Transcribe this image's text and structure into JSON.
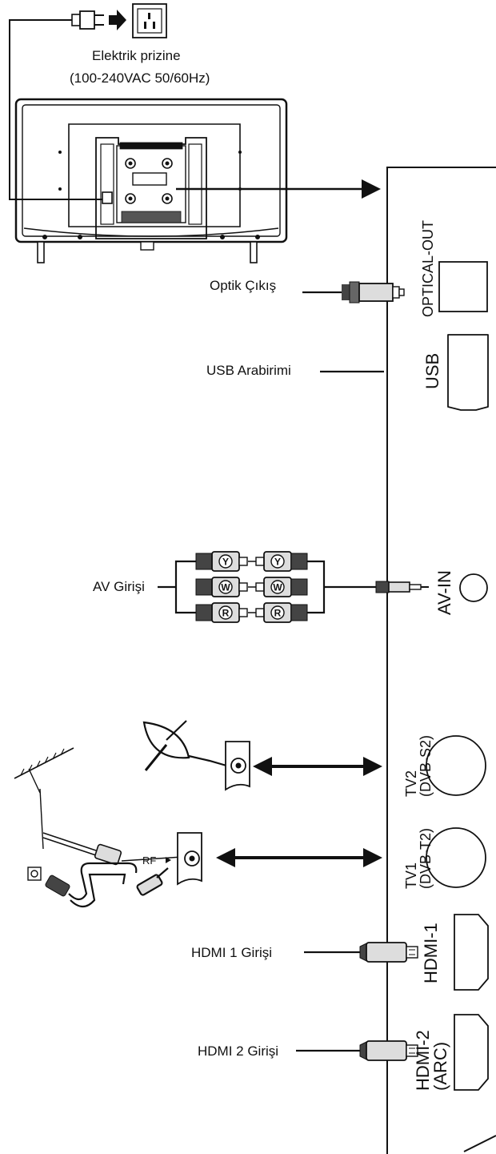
{
  "power": {
    "outlet_label": "Elektrik prizine",
    "voltage_label": "(100-240VAC 50/60Hz)"
  },
  "connections": {
    "optical": {
      "device_label": "Optik Çıkış",
      "port_label": "OPTICAL-OUT"
    },
    "usb": {
      "device_label": "USB  Arabirimi",
      "port_label": "USB"
    },
    "av": {
      "device_label": "AV Girişi",
      "port_label": "AV-IN",
      "plug_letters": [
        "Y",
        "W",
        "R"
      ]
    },
    "tv2": {
      "port_label_line1": "TV2",
      "port_label_line2": "(DVB-S2)"
    },
    "tv1": {
      "port_label_line1": "TV1",
      "port_label_line2": "(DVB-T2)",
      "rf_label": "RF"
    },
    "hdmi1": {
      "device_label": "HDMI 1 Girişi",
      "port_label": "HDMI-1"
    },
    "hdmi2": {
      "device_label": "HDMI 2 Girişi",
      "port_label_line1": "HDMI-2",
      "port_label_line2": "(ARC)"
    }
  }
}
